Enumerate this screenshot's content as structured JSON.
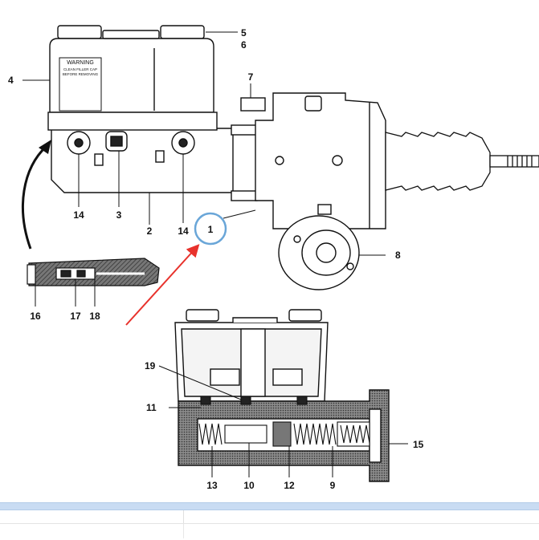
{
  "warning_lines": [
    "WARNING",
    "CLEAN FILLER CAP",
    "BEFORE REMOVING"
  ],
  "callouts": [
    "1",
    "2",
    "3",
    "4",
    "5",
    "6",
    "7",
    "8",
    "9",
    "10",
    "11",
    "12",
    "13",
    "14",
    "14",
    "15",
    "16",
    "17",
    "18",
    "19"
  ],
  "colors": {
    "arrow": "#e8322c",
    "highlight_circle": "#6aa6d8",
    "strip": "#c9dcf3"
  }
}
